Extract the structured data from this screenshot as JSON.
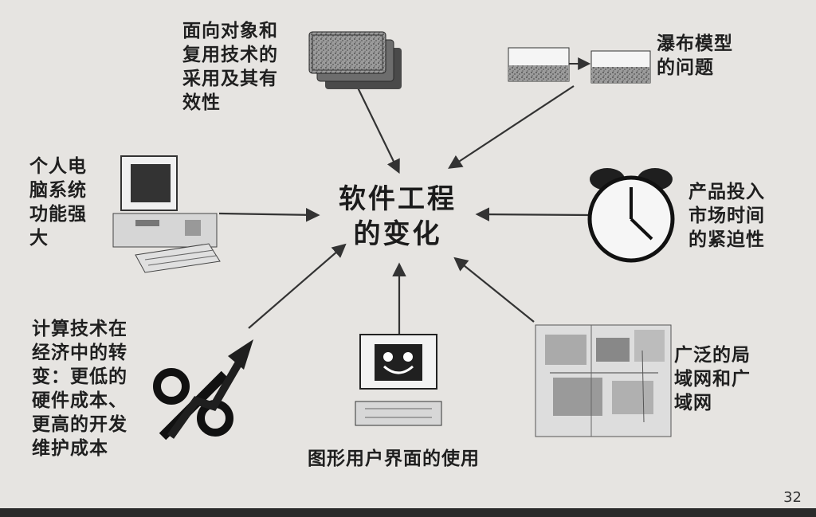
{
  "diagram": {
    "center": "软件工程\n的变化",
    "factors": {
      "oop_reuse": "面向对象和\n复用技术的\n采用及其有\n效性",
      "waterfall": "瀑布模型\n的问题",
      "pc_power": "个人电\n脑系统\n功能强\n大",
      "time_to_market": "产品投入\n市场时间\n的紧迫性",
      "economics": "计算技术在\n经济中的转\n变：更低的\n硬件成本、\n更高的开发\n维护成本",
      "gui": "图形用户界面的使用",
      "networks": "广泛的局\n域网和广\n域网"
    },
    "icons": {
      "oop_reuse": "stacked-windows-icon",
      "waterfall": "two-stage-process-icon",
      "pc_power": "personal-computer-icon",
      "time_to_market": "alarm-clock-icon",
      "economics": "percent-trend-icon",
      "gui": "smiley-computer-icon",
      "networks": "office-network-icon"
    }
  },
  "page": {
    "number": "32"
  }
}
